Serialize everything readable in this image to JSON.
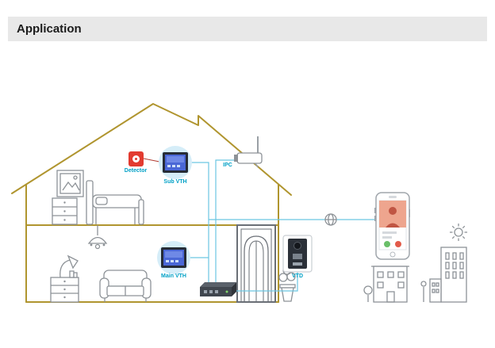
{
  "page": {
    "title": "Application"
  },
  "diagram": {
    "labels": {
      "detector": "Detector",
      "sub_vth": "Sub VTH",
      "ipc": "IPC",
      "main_vth": "Main VTH",
      "vtd": "VTD"
    },
    "icons": [
      "house-icon",
      "detector-icon",
      "sub-vth-screen-icon",
      "ipc-camera-icon",
      "main-vth-screen-icon",
      "vtd-door-station-icon",
      "network-switch-icon",
      "globe-icon",
      "smartphone-icon",
      "sun-icon",
      "building-icon",
      "tree-icon",
      "street-lamp-icon",
      "bed-icon",
      "sofa-icon",
      "door-icon",
      "plant-icon",
      "ceiling-lamp-icon",
      "desk-lamp-icon",
      "dresser-icon",
      "picture-frame-icon"
    ],
    "colors": {
      "header_bg": "#e8e8e8",
      "header_text": "#1c1c1c",
      "house_outline": "#b0952f",
      "label_text": "#00a0c6",
      "connection_line": "#6cc6e2",
      "device_circle": "#d5edf8",
      "detector_red": "#e23b30",
      "furniture_gray": "#8d9297",
      "screen_blue": "#4a67d6"
    }
  }
}
